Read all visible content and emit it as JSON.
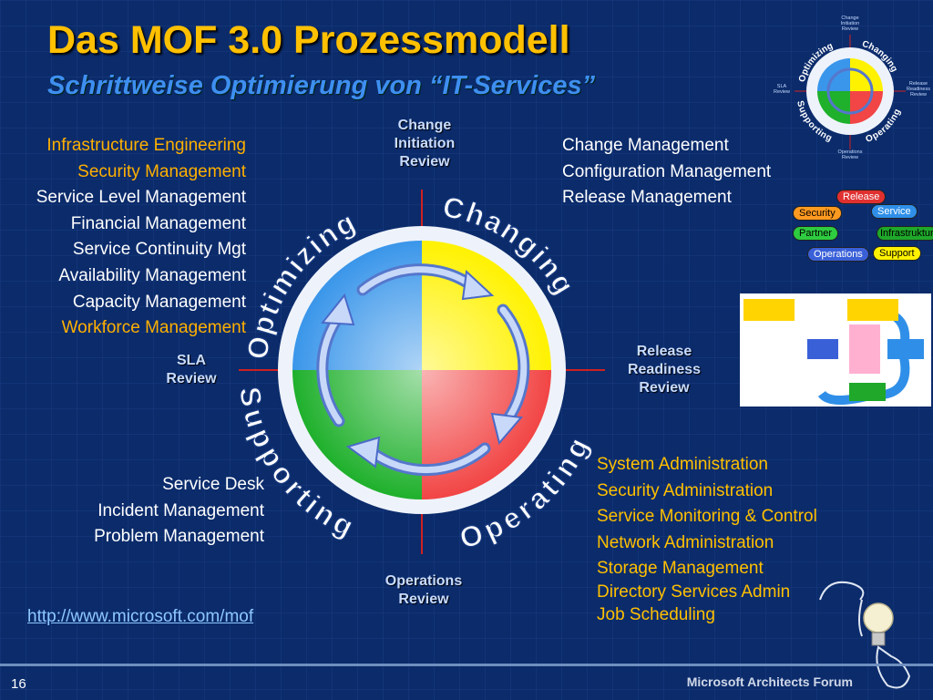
{
  "slide": {
    "title": "Das MOF 3.0 Prozessmodell",
    "subtitle": "Schrittweise Optimierung von “IT-Services”",
    "page_number": "16",
    "footer": "Microsoft Architects Forum",
    "link": "http://www.microsoft.com/mof"
  },
  "quadrants": {
    "optimizing": "Optimizing",
    "changing": "Changing",
    "supporting": "Supporting",
    "operating": "Operating"
  },
  "reviews": {
    "change_initiation": [
      "Change",
      "Initiation",
      "Review"
    ],
    "sla": [
      "SLA",
      "Review"
    ],
    "release_readiness": [
      "Release",
      "Readiness",
      "Review"
    ],
    "operations": [
      "Operations",
      "Review"
    ]
  },
  "optimizing_items": [
    "Infrastructure Engineering",
    "Security Management",
    "Service Level Management",
    "Financial Management",
    "Service Continuity Mgt",
    "Availability Management",
    "Capacity Management",
    "Workforce Management"
  ],
  "changing_items": [
    "Change Management",
    "Configuration Management",
    "Release Management"
  ],
  "supporting_items": [
    "Service Desk",
    "Incident Management",
    "Problem Management"
  ],
  "operating_items": [
    "System Administration",
    "Security Administration",
    "Service Monitoring & Control",
    "Network Administration",
    "Storage Management",
    "Directory Services Admin",
    "Job Scheduling"
  ],
  "mini_model": {
    "top": [
      "Change",
      "Initiation",
      "Review"
    ],
    "left": [
      "SLA",
      "Review"
    ],
    "right": [
      "Release",
      "Readiness",
      "Review"
    ],
    "bottom": [
      "Operations",
      "Review"
    ],
    "optimizing": "Optimizing",
    "changing": "Changing",
    "supporting": "Supporting",
    "operating": "Operating"
  },
  "role_pills": {
    "release": "Release",
    "security": "Security",
    "service": "Service",
    "partner": "Partner",
    "infrastructure": "Infrastruktur",
    "operations": "Operations",
    "support": "Support"
  },
  "colors": {
    "optimizing": "#2f8fe8",
    "changing": "#ffe800",
    "supporting": "#1fa82a",
    "operating": "#f03a3a",
    "title": "#ffc000",
    "subtitle": "#3e8ff0"
  }
}
